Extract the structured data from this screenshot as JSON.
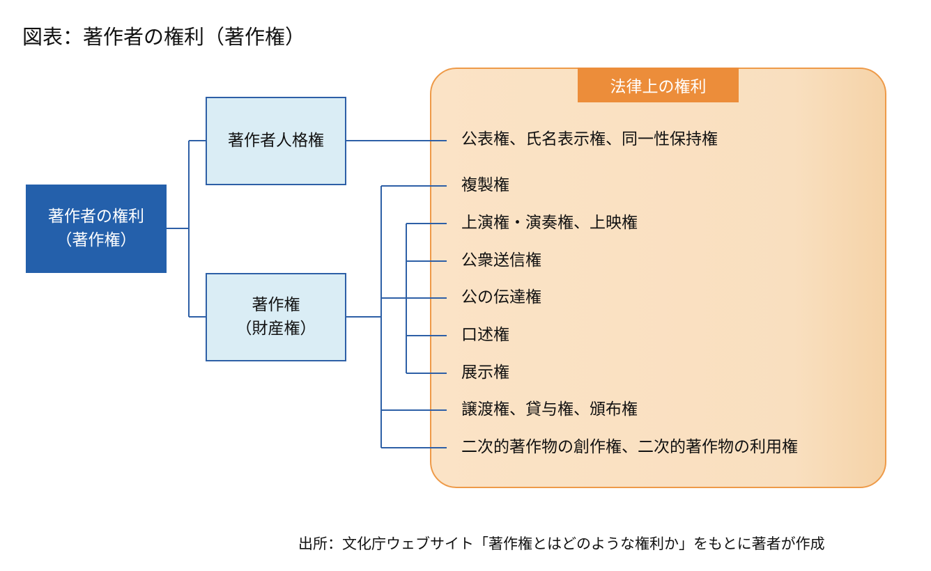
{
  "title": "図表：著作者の権利（著作権）",
  "root": {
    "line1": "著作者の権利",
    "line2": "（著作権）"
  },
  "moral_rights": {
    "label": "著作者人格権"
  },
  "property_rights": {
    "line1": "著作権",
    "line2": "（財産権）"
  },
  "legal_panel": {
    "header": "法律上の権利",
    "moral_items": [
      "公表権、氏名表示権、同一性保持権"
    ],
    "property_items": [
      "複製権",
      "上演権・演奏権、上映権",
      "公衆送信権",
      "公の伝達権",
      "口述権",
      "展示権",
      "譲渡権、貸与権、頒布権",
      "二次的著作物の創作権、二次的著作物の利用権"
    ]
  },
  "source": "出所：文化庁ウェブサイト「著作権とはどのような権利か」をもとに著者が作成",
  "colors": {
    "root_fill": "#2460ab",
    "connector": "#2d5fa6",
    "sub_fill": "#daedf5",
    "panel_fill": "#fbe3c6",
    "panel_border": "#ee9a48",
    "header_fill": "#ec8d3a"
  }
}
